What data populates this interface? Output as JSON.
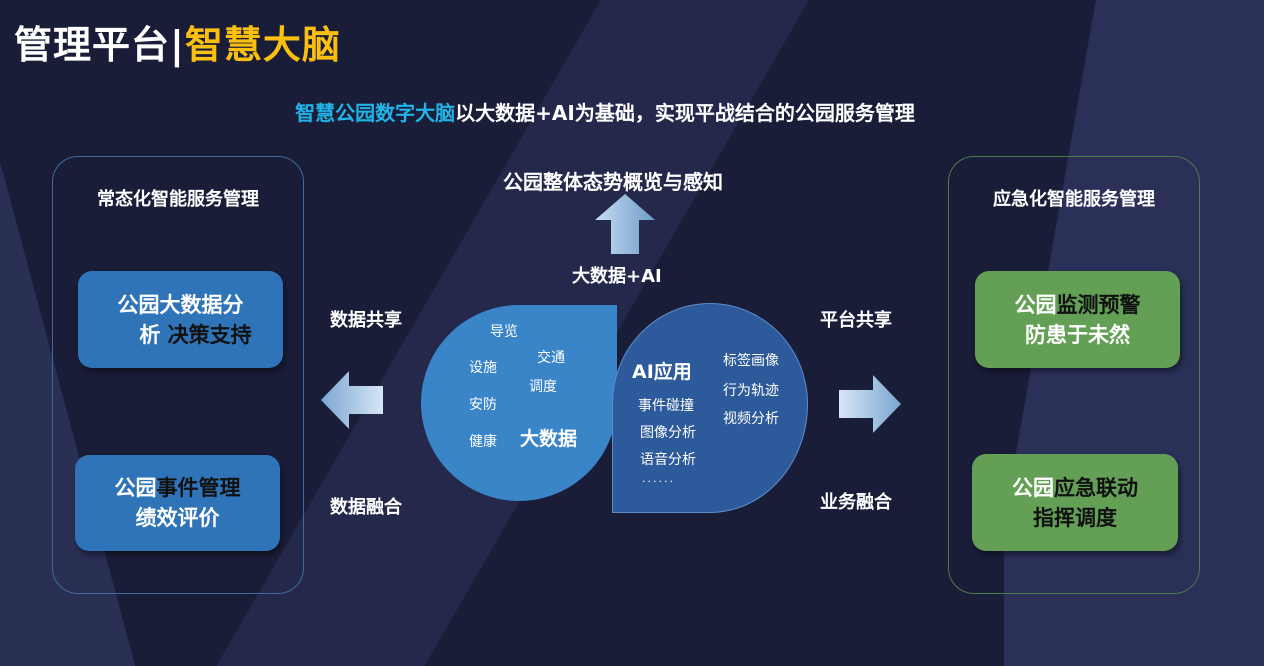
{
  "title": {
    "white": "管理平台|",
    "yellow": "智慧大脑"
  },
  "subtitle": {
    "highlight": "智慧公园数字大脑",
    "rest": "以大数据+AI为基础，实现平战结合的公园服务管理"
  },
  "left_panel": {
    "title": "常态化智能服务管理",
    "box1": {
      "line1": "公园大数据分",
      "line2_white": "析 ",
      "line2_dark": "决策支持"
    },
    "box2": {
      "line1_white": "公园",
      "line1_dark": "事件管理",
      "line2": "绩效评价"
    }
  },
  "right_panel": {
    "title": "应急化智能服务管理",
    "box1": {
      "line1_white": "公园",
      "line1_dark": "监测预警",
      "line2": "防患于未然"
    },
    "box2": {
      "line1_white": "公园",
      "line1_dark": "应急联动",
      "line2_dark": "指挥调度"
    }
  },
  "center": {
    "top_label": "公园整体态势概览与感知",
    "up_label": "大数据+AI",
    "left_top": "数据共享",
    "left_bottom": "数据融合",
    "right_top": "平台共享",
    "right_bottom": "业务融合",
    "bigdata": {
      "title": "大数据",
      "items": [
        "导览",
        "设施",
        "交通",
        "调度",
        "安防",
        "健康"
      ]
    },
    "ai": {
      "title": "AI应用",
      "left_items": [
        "事件碰撞",
        "图像分析",
        "语音分析",
        "......"
      ],
      "right_items": [
        "标签画像",
        "行为轨迹",
        "视频分析"
      ]
    }
  },
  "colors": {
    "accent_yellow": "#fbbf10",
    "accent_cyan": "#22b4e8",
    "blue_box": "#2f73b8",
    "green_box": "#63a056"
  }
}
